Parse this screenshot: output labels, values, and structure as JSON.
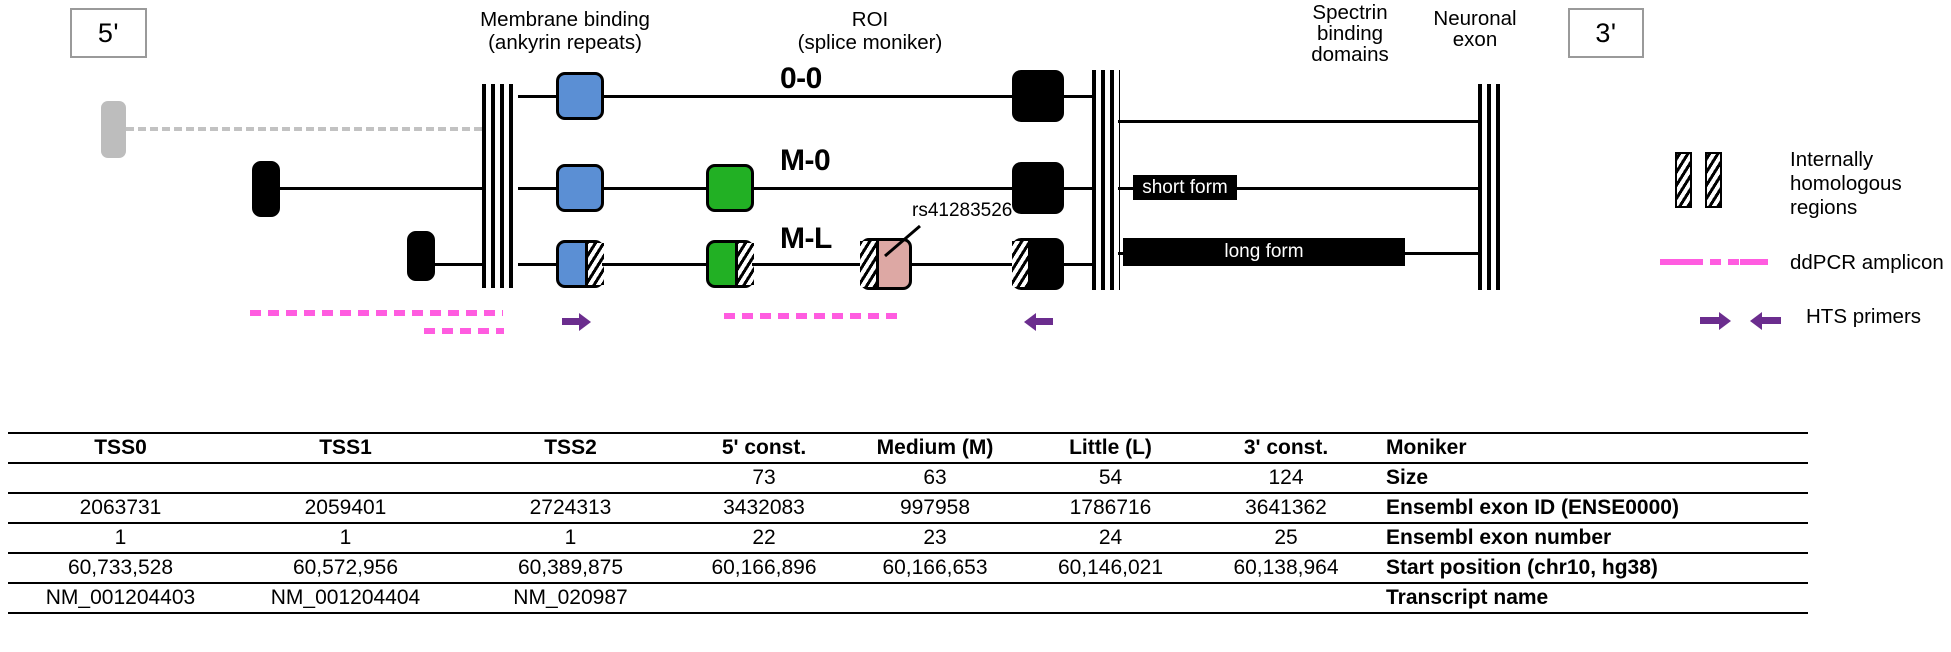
{
  "figure": {
    "five_prime_label": "5'",
    "three_prime_label": "3'",
    "domain_captions": {
      "membrane_binding": "Membrane binding\n(ankyrin repeats)",
      "membrane_binding_line1": "Membrane binding",
      "membrane_binding_line2": "(ankyrin repeats)",
      "roi_line1": "ROI",
      "roi_line2": "(splice moniker)",
      "spectrin_line1": "Spectrin",
      "spectrin_line2": "binding",
      "spectrin_line3": "domains",
      "neuronal_line1": "Neuronal",
      "neuronal_line2": "exon"
    },
    "transcripts": [
      {
        "moniker": "0-0",
        "tss": "TSS0",
        "tss_style": "grey-dashed"
      },
      {
        "moniker": "M-0",
        "tss": "TSS1",
        "tss_style": "black-solid"
      },
      {
        "moniker": "M-L",
        "tss": "TSS2",
        "tss_style": "black-solid"
      }
    ],
    "snp_label": "rs41283526",
    "neuronal_forms": {
      "short": "short form",
      "long": "long form"
    },
    "legend": [
      {
        "key": "internally-homologous",
        "label_line1": "Internally",
        "label_line2": "homologous",
        "label_line3": "regions"
      },
      {
        "key": "ddpcr-amplicon",
        "label": "ddPCR amplicon"
      },
      {
        "key": "hts-primers",
        "label": "HTS primers"
      }
    ],
    "colors": {
      "exon_5const": "#5b8fd4",
      "exon_medium": "#22b024",
      "exon_little": "#dda8a4",
      "exon_const": "#000000",
      "amplicon": "#ff5ce0",
      "primer": "#6b2d8e",
      "tss0": "#bdbdbd"
    }
  },
  "table": {
    "columns": [
      "TSS0",
      "TSS1",
      "TSS2",
      "5' const.",
      "Medium (M)",
      "Little (L)",
      "3' const."
    ],
    "row_label_header": "Moniker",
    "rows": [
      {
        "label": "Size",
        "values": [
          "",
          "",
          "",
          "73",
          "63",
          "54",
          "124"
        ]
      },
      {
        "label": "Ensembl exon ID (ENSE0000)",
        "values": [
          "2063731",
          "2059401",
          "2724313",
          "3432083",
          "997958",
          "1786716",
          "3641362"
        ]
      },
      {
        "label": "Ensembl exon number",
        "values": [
          "1",
          "1",
          "1",
          "22",
          "23",
          "24",
          "25"
        ]
      },
      {
        "label": "Start position (chr10, hg38)",
        "values": [
          "60,733,528",
          "60,572,956",
          "60,389,875",
          "60,166,896",
          "60,166,653",
          "60,146,021",
          "60,138,964"
        ]
      },
      {
        "label": "Transcript name",
        "values": [
          "NM_001204403",
          "NM_001204404",
          "NM_020987",
          "",
          "",
          "",
          ""
        ]
      }
    ]
  }
}
